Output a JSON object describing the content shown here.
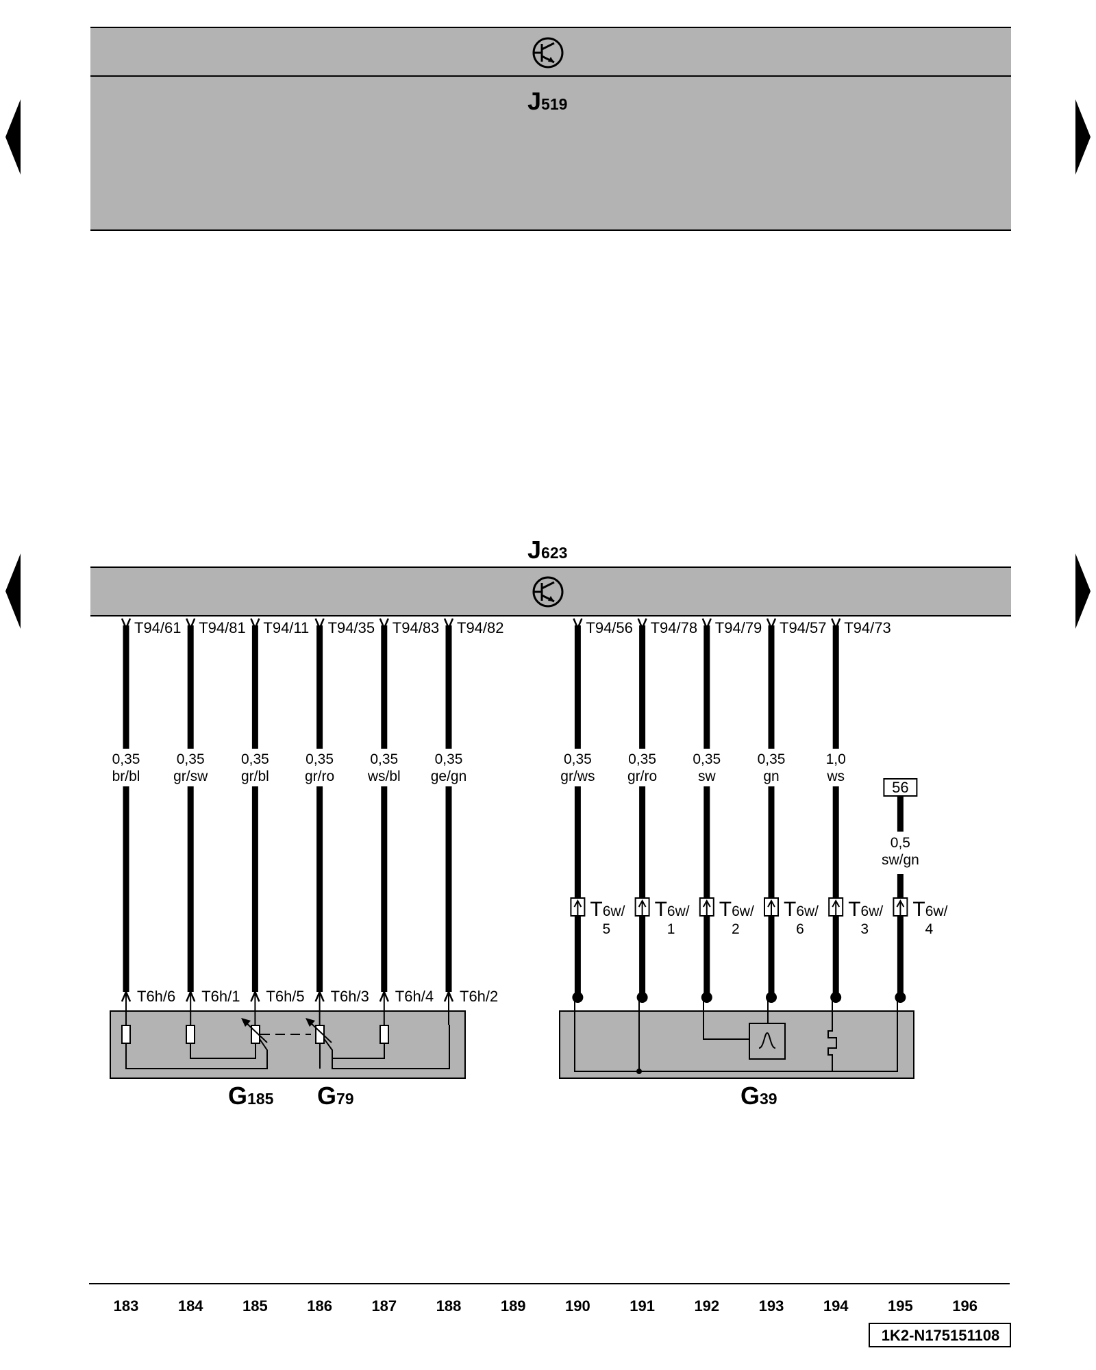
{
  "modules": {
    "upper": {
      "base": "J",
      "sub": "519"
    },
    "lower": {
      "base": "J",
      "sub": "623"
    }
  },
  "wires": [
    {
      "top_pin": "T94/61",
      "size": "0,35",
      "color": "br/bl",
      "bottom_pin": "T6h/6"
    },
    {
      "top_pin": "T94/81",
      "size": "0,35",
      "color": "gr/sw",
      "bottom_pin": "T6h/1"
    },
    {
      "top_pin": "T94/11",
      "size": "0,35",
      "color": "gr/bl",
      "bottom_pin": "T6h/5"
    },
    {
      "top_pin": "T94/35",
      "size": "0,35",
      "color": "gr/ro",
      "bottom_pin": "T6h/3"
    },
    {
      "top_pin": "T94/83",
      "size": "0,35",
      "color": "ws/bl",
      "bottom_pin": "T6h/4"
    },
    {
      "top_pin": "T94/82",
      "size": "0,35",
      "color": "ge/gn",
      "bottom_pin": "T6h/2"
    },
    {
      "top_pin": "T94/56",
      "size": "0,35",
      "color": "gr/ws",
      "connector": "T6w/",
      "connector_pin": "5"
    },
    {
      "top_pin": "T94/78",
      "size": "0,35",
      "color": "gr/ro",
      "connector": "T6w/",
      "connector_pin": "1"
    },
    {
      "top_pin": "T94/79",
      "size": "0,35",
      "color": "sw",
      "connector": "T6w/",
      "connector_pin": "2"
    },
    {
      "top_pin": "T94/57",
      "size": "0,35",
      "color": "gn",
      "connector": "T6w/",
      "connector_pin": "6"
    },
    {
      "top_pin": "T94/73",
      "size": "1,0",
      "color": "ws",
      "connector": "T6w/",
      "connector_pin": "3"
    },
    {
      "terminal": "56",
      "size": "0,5",
      "color": "sw/gn",
      "connector": "T6w/",
      "connector_pin": "4"
    }
  ],
  "components": [
    {
      "base": "G",
      "sub": "185"
    },
    {
      "base": "G",
      "sub": "79"
    },
    {
      "base": "G",
      "sub": "39"
    }
  ],
  "track_numbers": [
    "183",
    "184",
    "185",
    "186",
    "187",
    "188",
    "189",
    "190",
    "191",
    "192",
    "193",
    "194",
    "195",
    "196"
  ],
  "footer_code": "1K2-N175151108",
  "colors": {
    "module_fill": "#b3b3b3",
    "line": "#000000",
    "background": "#ffffff"
  },
  "icons": [
    "ground-transistor-icon",
    "nav-arrow-left-icon",
    "nav-arrow-right-icon"
  ]
}
